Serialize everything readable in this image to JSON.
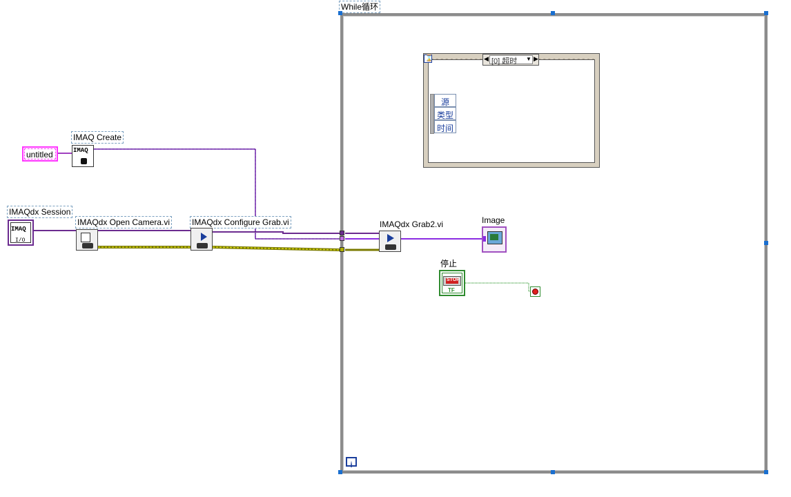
{
  "constant": {
    "text": "untitled"
  },
  "nodes": {
    "imaq_create": {
      "label": "IMAQ Create",
      "icon_text": "IMAQ"
    },
    "session": {
      "label": "IMAQdx Session",
      "icon_text": "IMAQ",
      "sub_text": "I/O"
    },
    "open_camera": {
      "label": "IMAQdx Open Camera.vi"
    },
    "configure_grab": {
      "label": "IMAQdx Configure Grab.vi"
    },
    "grab2": {
      "label": "IMAQdx Grab2.vi"
    },
    "image": {
      "label": "Image"
    },
    "stop": {
      "label": "停止",
      "button_text": "STOP",
      "tf_text": "TF"
    }
  },
  "while_loop": {
    "label": "While循环",
    "iteration_terminal": "i"
  },
  "event_structure": {
    "selector": "[0] 超时",
    "left_arrow": "◀",
    "right_arrow": "▶",
    "dropdown_arrow": "▼",
    "hourglass_glyph": "⌛",
    "event_data": [
      "源",
      "类型",
      "时间"
    ]
  },
  "colors": {
    "image_wire": "#8a2be2",
    "session_wire": "#6b2b8f",
    "error_wire_a": "#7a7a00",
    "error_wire_b": "#d8d800",
    "stop_wire": "#008000",
    "constant_border": "#ff33ff",
    "loop_border": "#8c8c8c",
    "stop_terminal": "#2e8b2e"
  }
}
